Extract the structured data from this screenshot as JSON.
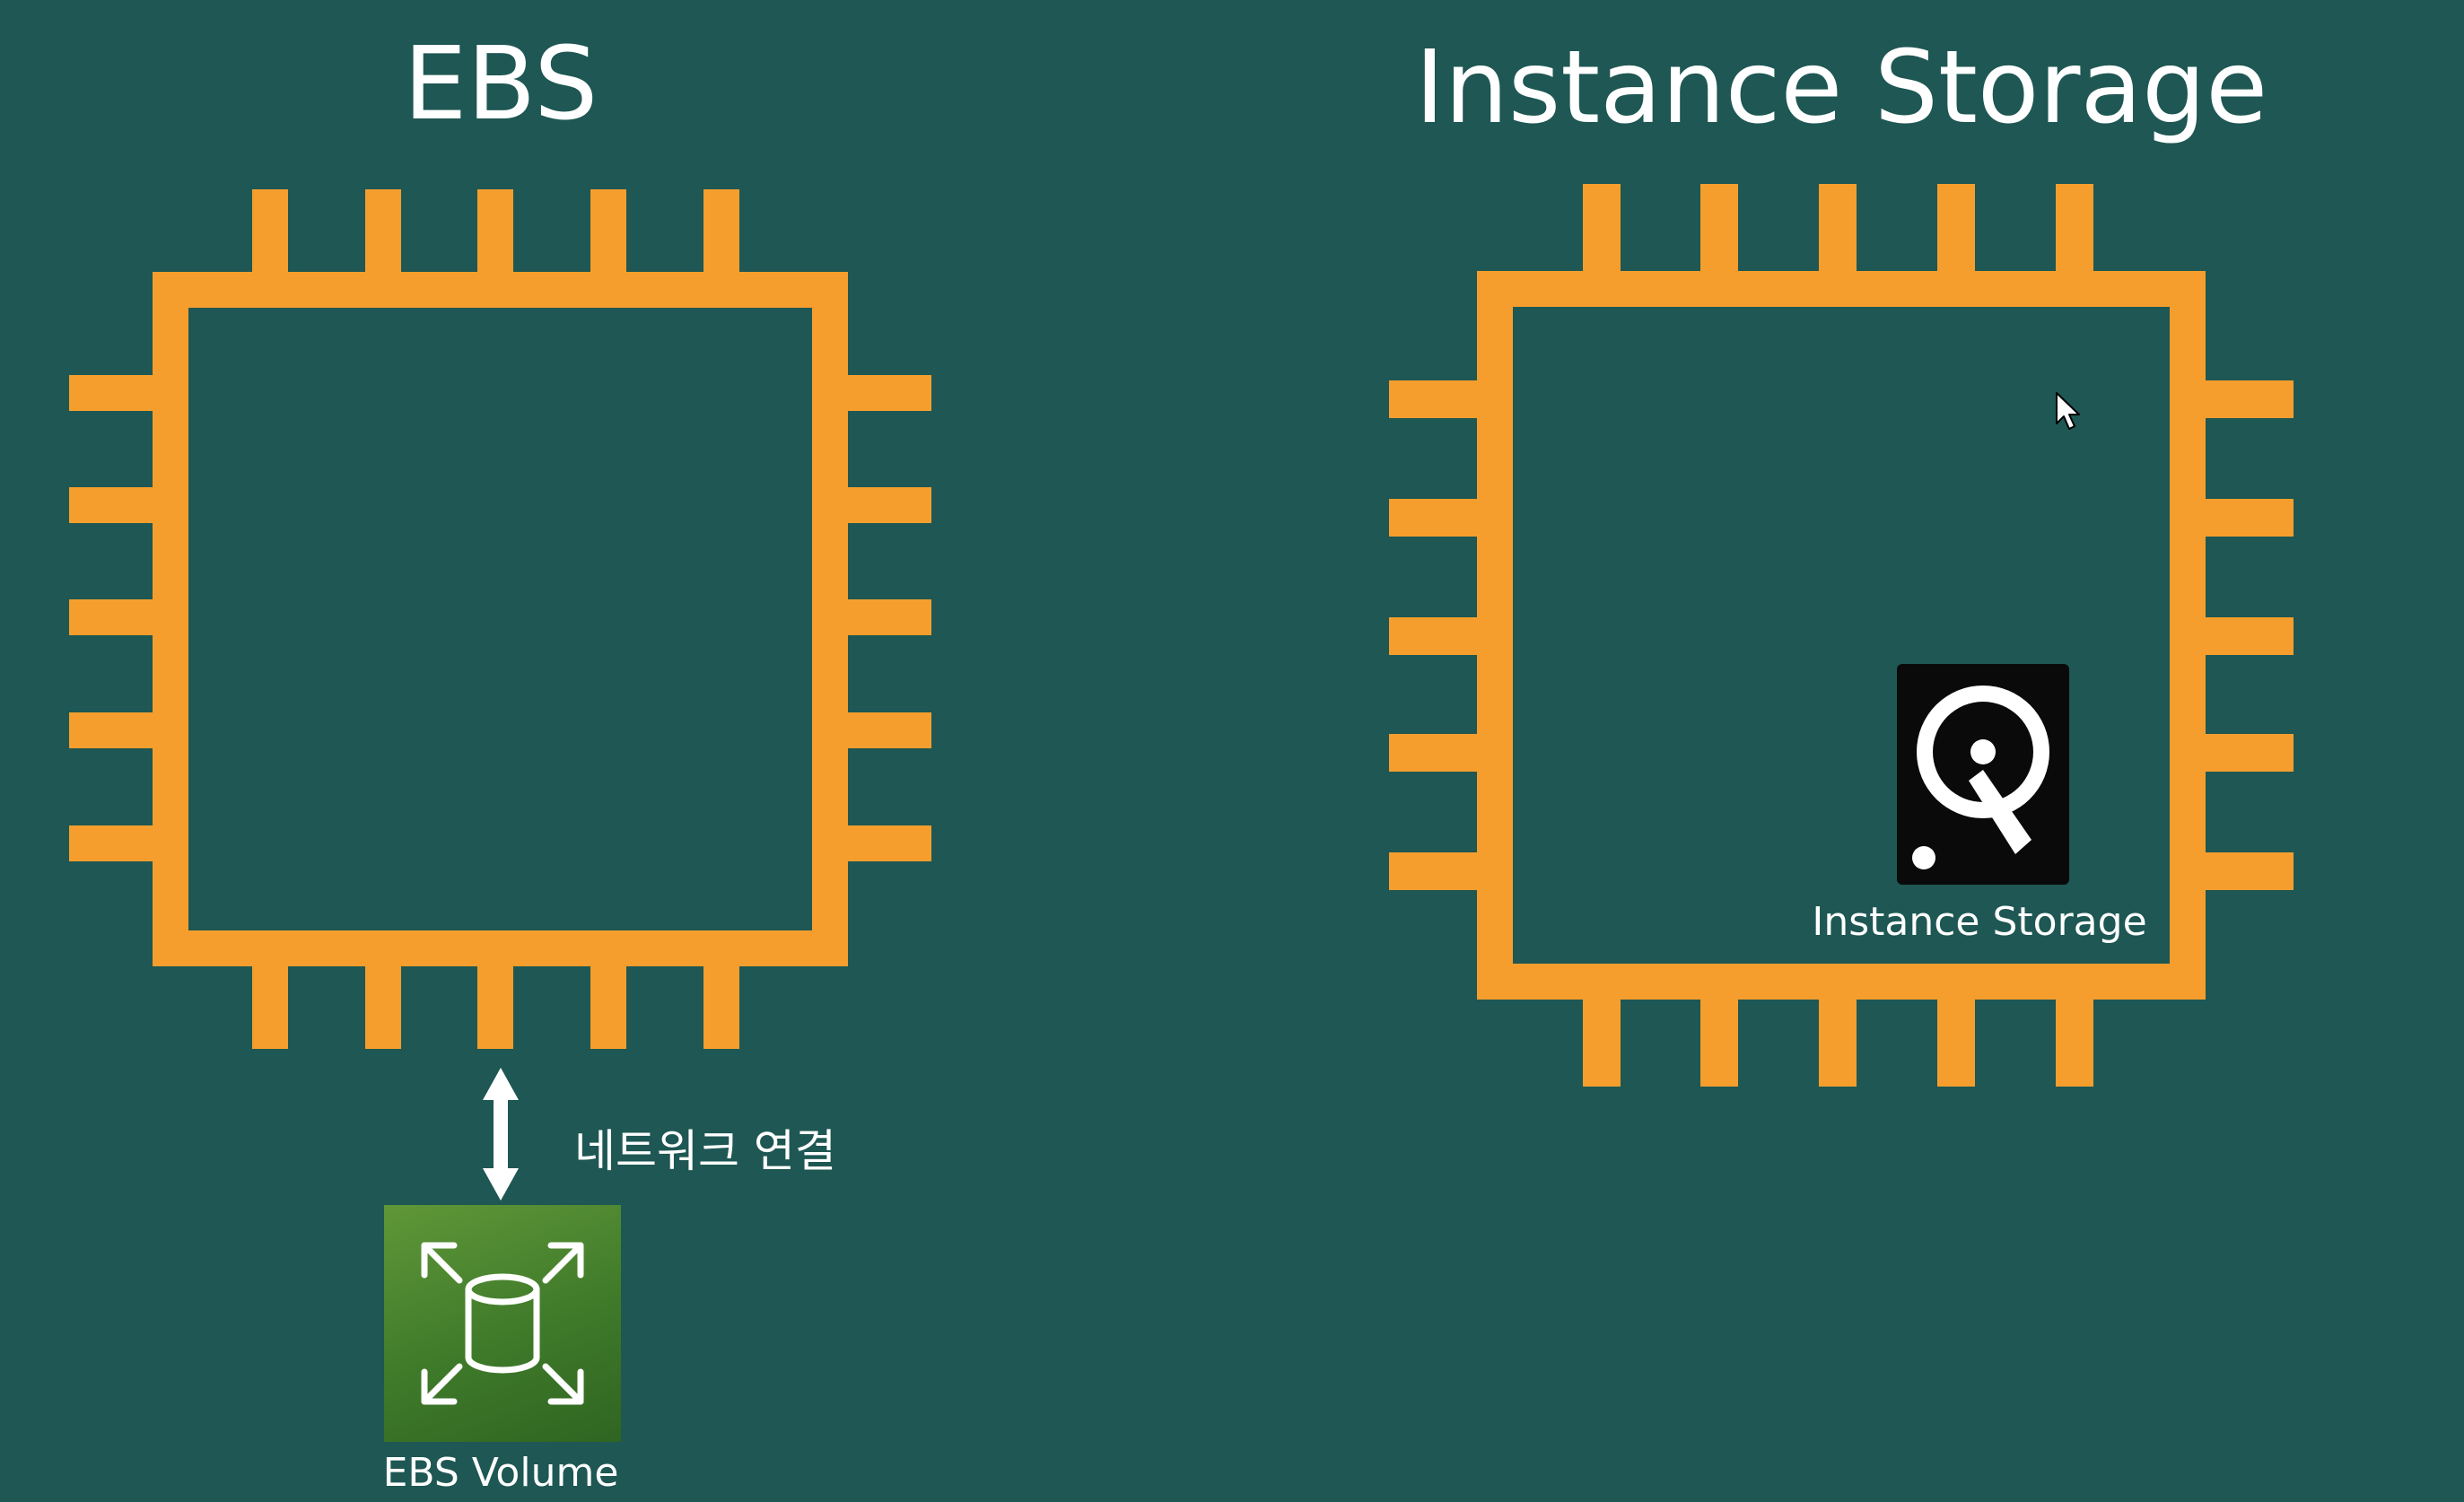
{
  "left_section": {
    "title": "EBS",
    "connection_label": "네트워크 연결",
    "volume_label": "EBS Volume",
    "volume_icon": "ebs-volume-icon",
    "connector_icon": "double-arrow-icon",
    "chip_icon": "instance-chip-icon"
  },
  "right_section": {
    "title": "Instance Storage",
    "storage_label": "Instance Storage",
    "storage_icon": "hard-disk-icon",
    "chip_icon": "instance-chip-icon"
  },
  "colors": {
    "background": "#1e5753",
    "chip_outline": "#f59e2d",
    "text": "#ffffff",
    "ebs_volume": "#4c8a2f",
    "hard_disk": "#0a0a0a"
  }
}
